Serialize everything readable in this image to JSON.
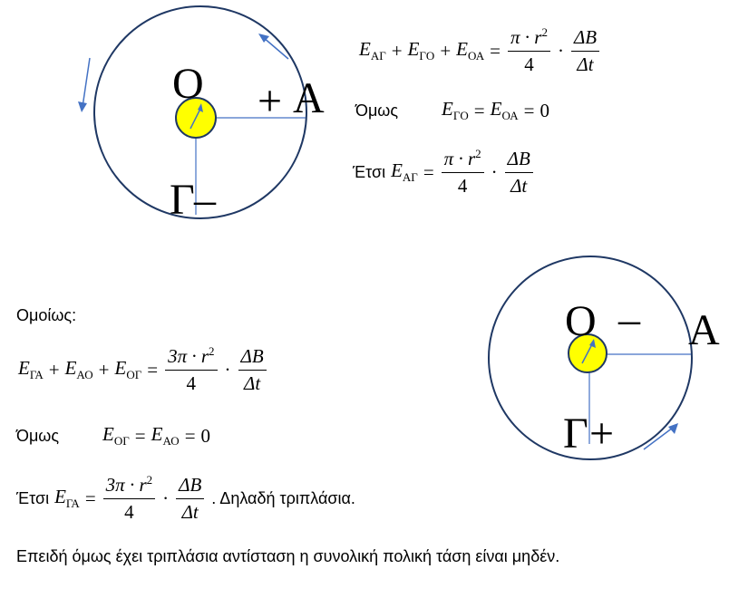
{
  "colors": {
    "circle_stroke": "#1f3864",
    "arrow": "#4472c4",
    "disk_fill": "#ffff00",
    "disk_stroke": "#1f3864"
  },
  "figure1": {
    "center_label": "O",
    "point_a_label": "A",
    "point_a_sign": "+",
    "point_g_label": "Γ",
    "point_g_sign": "–"
  },
  "figure2": {
    "center_label": "O",
    "point_a_label": "A",
    "point_a_sign": "–",
    "point_g_label": "Γ",
    "point_g_sign": "+"
  },
  "eq1": {
    "e": "E",
    "sub1": "ΑΓ",
    "sub2": "ΓΟ",
    "sub3": "ΟΑ",
    "plus": "+",
    "equals": "=",
    "num": "π · r",
    "sup": "2",
    "den": "4",
    "dot": "·",
    "num2": "ΔB",
    "den2": "Δt"
  },
  "eq2": {
    "prefix": "Όμως",
    "e": "E",
    "sub1": "ΓΟ",
    "sub2": "ΟΑ",
    "equals": "=",
    "zero": "0"
  },
  "eq3": {
    "prefix": "Έτσι",
    "e": "E",
    "sub1": "ΑΓ",
    "equals": "=",
    "num": "π · r",
    "sup": "2",
    "den": "4",
    "dot": "·",
    "num2": "ΔB",
    "den2": "Δt"
  },
  "similarly_label": "Ομοίως:",
  "eq4": {
    "e": "E",
    "sub1": "ΓΑ",
    "sub2": "ΑΟ",
    "sub3": "ΟΓ",
    "plus": "+",
    "equals": "=",
    "num": "3π · r",
    "sup": "2",
    "den": "4",
    "dot": "·",
    "num2": "ΔB",
    "den2": "Δt"
  },
  "eq5": {
    "prefix": "Όμως",
    "e": "E",
    "sub1": "ΟΓ",
    "sub2": "ΑΟ",
    "equals": "=",
    "zero": "0"
  },
  "eq6": {
    "prefix": "Έτσι",
    "e": "E",
    "sub1": "ΓΑ",
    "equals": "=",
    "num": "3π · r",
    "sup": "2",
    "den": "4",
    "dot": "·",
    "num2": "ΔB",
    "den2": "Δt",
    "suffix": ". Δηλαδή τριπλάσια."
  },
  "conclusion": "Επειδή όμως έχει τριπλάσια αντίσταση η συνολική πολική τάση είναι μηδέν."
}
